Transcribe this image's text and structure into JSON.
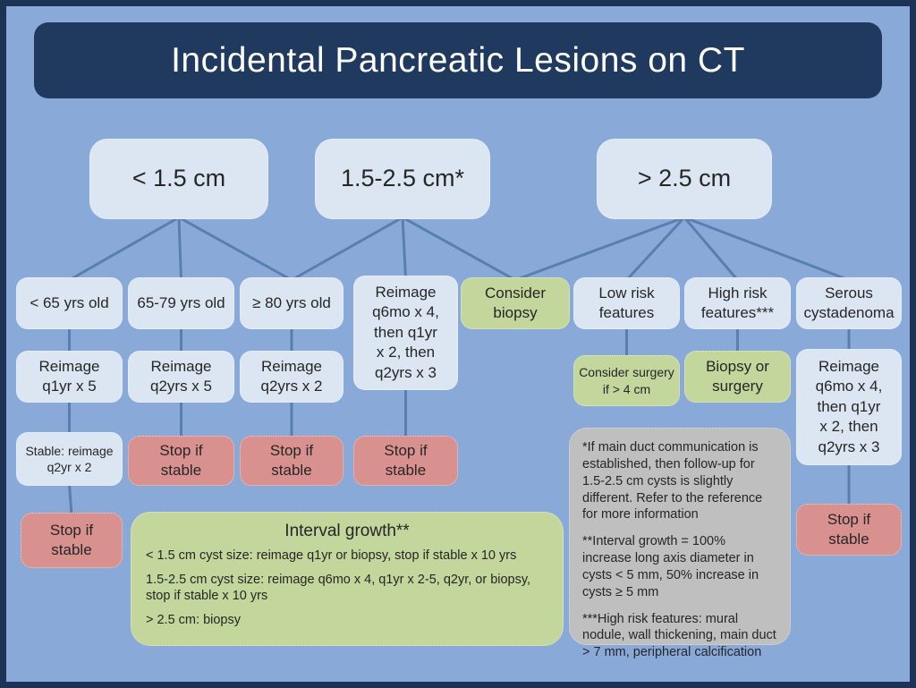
{
  "header": {
    "title": "Incidental Pancreatic Lesions on CT"
  },
  "colors": {
    "background": "#89aad9",
    "frame": "#1c3356",
    "title_bg": "#1f3a5e",
    "title_text": "#ffffff",
    "box_light": "#dce6f2",
    "box_green": "#c3d69b",
    "box_pink": "#d9918f",
    "box_gray": "#bfbfbf",
    "connector": "#587fb0",
    "text": "#262626"
  },
  "nodes": {
    "size_lt15": {
      "label": "< 1.5 cm"
    },
    "size_mid": {
      "label": "1.5-2.5 cm*"
    },
    "size_gt25": {
      "label": "> 2.5 cm"
    },
    "age_lt65": {
      "label": "< 65 yrs old"
    },
    "age_6579": {
      "label": "65-79 yrs old"
    },
    "age_ge80": {
      "label": "≥ 80 yrs old"
    },
    "mid_reimage": {
      "label": "Reimage\nq6mo x 4,\nthen q1yr\nx 2, then\nq2yrs x 3"
    },
    "consider_biopsy": {
      "label": "Consider\nbiopsy"
    },
    "low_risk": {
      "label": "Low risk\nfeatures"
    },
    "high_risk": {
      "label": "High risk\nfeatures***"
    },
    "serous": {
      "label": "Serous\ncystadenoma"
    },
    "reimage_q1yr_x5": {
      "label": "Reimage\nq1yr x 5"
    },
    "reimage_q2yrs_x5": {
      "label": "Reimage\nq2yrs x 5"
    },
    "reimage_q2yrs_x2": {
      "label": "Reimage\nq2yrs x 2"
    },
    "consider_surgery": {
      "label": "Consider surgery\nif > 4 cm"
    },
    "biopsy_or_surgery": {
      "label": "Biopsy or\nsurgery"
    },
    "serous_reimage": {
      "label": "Reimage\nq6mo x 4,\nthen q1yr\nx 2, then\nq2yrs x 3"
    },
    "stable_reimage": {
      "label": "Stable: reimage\nq2yr x 2"
    },
    "stop_c1": {
      "label": "Stop if\nstable"
    },
    "stop_c2": {
      "label": "Stop if\nstable"
    },
    "stop_c3": {
      "label": "Stop if\nstable"
    },
    "stop_c4": {
      "label": "Stop if\nstable"
    },
    "stop_c8": {
      "label": "Stop if\nstable"
    }
  },
  "interval_growth": {
    "title": "Interval growth**",
    "lines": [
      "< 1.5 cm cyst size: reimage q1yr or biopsy, stop if stable x 10 yrs",
      "1.5-2.5 cm cyst size: reimage q6mo x 4, q1yr x 2-5, q2yr, or biopsy, stop if stable x 10 yrs",
      "> 2.5 cm: biopsy"
    ]
  },
  "footnotes": {
    "paragraphs": [
      "*If main duct communication is established, then follow-up for 1.5-2.5 cm cysts is slightly different. Refer to the reference for more information",
      "**Interval growth = 100% increase long axis diameter in cysts < 5 mm, 50% increase in cysts ≥ 5 mm",
      "***High risk features: mural nodule, wall thickening, main duct > 7 mm, peripheral calcification"
    ]
  },
  "edges": [
    [
      "size_lt15",
      "age_lt65"
    ],
    [
      "size_lt15",
      "age_6579"
    ],
    [
      "size_lt15",
      "age_ge80"
    ],
    [
      "size_mid",
      "age_ge80"
    ],
    [
      "size_mid",
      "mid_reimage"
    ],
    [
      "size_mid",
      "consider_biopsy"
    ],
    [
      "size_gt25",
      "consider_biopsy"
    ],
    [
      "size_gt25",
      "low_risk"
    ],
    [
      "size_gt25",
      "high_risk"
    ],
    [
      "size_gt25",
      "serous"
    ],
    [
      "age_lt65",
      "reimage_q1yr_x5"
    ],
    [
      "age_6579",
      "reimage_q2yrs_x5"
    ],
    [
      "age_ge80",
      "reimage_q2yrs_x2"
    ],
    [
      "reimage_q1yr_x5",
      "stable_reimage"
    ],
    [
      "stable_reimage",
      "stop_c1"
    ],
    [
      "reimage_q2yrs_x5",
      "stop_c2"
    ],
    [
      "reimage_q2yrs_x2",
      "stop_c3"
    ],
    [
      "mid_reimage",
      "stop_c4"
    ],
    [
      "low_risk",
      "consider_surgery"
    ],
    [
      "high_risk",
      "biopsy_or_surgery"
    ],
    [
      "serous",
      "serous_reimage"
    ],
    [
      "serous_reimage",
      "stop_c8"
    ]
  ]
}
